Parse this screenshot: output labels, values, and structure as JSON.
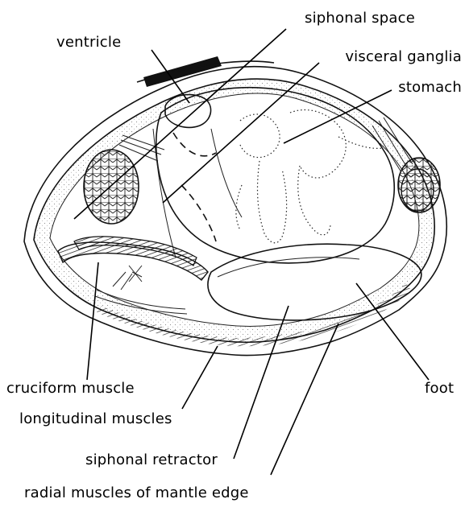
{
  "labels": {
    "siphonal_space": "siphonal space",
    "ventricle": "ventricle",
    "visceral_ganglia": "visceral ganglia",
    "stomach": "stomach",
    "cruciform_muscle": "cruciform muscle",
    "foot": "foot",
    "longitudinal_muscles": "longitudinal muscles",
    "siphonal_retractor": "siphonal retractor",
    "radial_muscles": "radial muscles of mantle edge"
  }
}
